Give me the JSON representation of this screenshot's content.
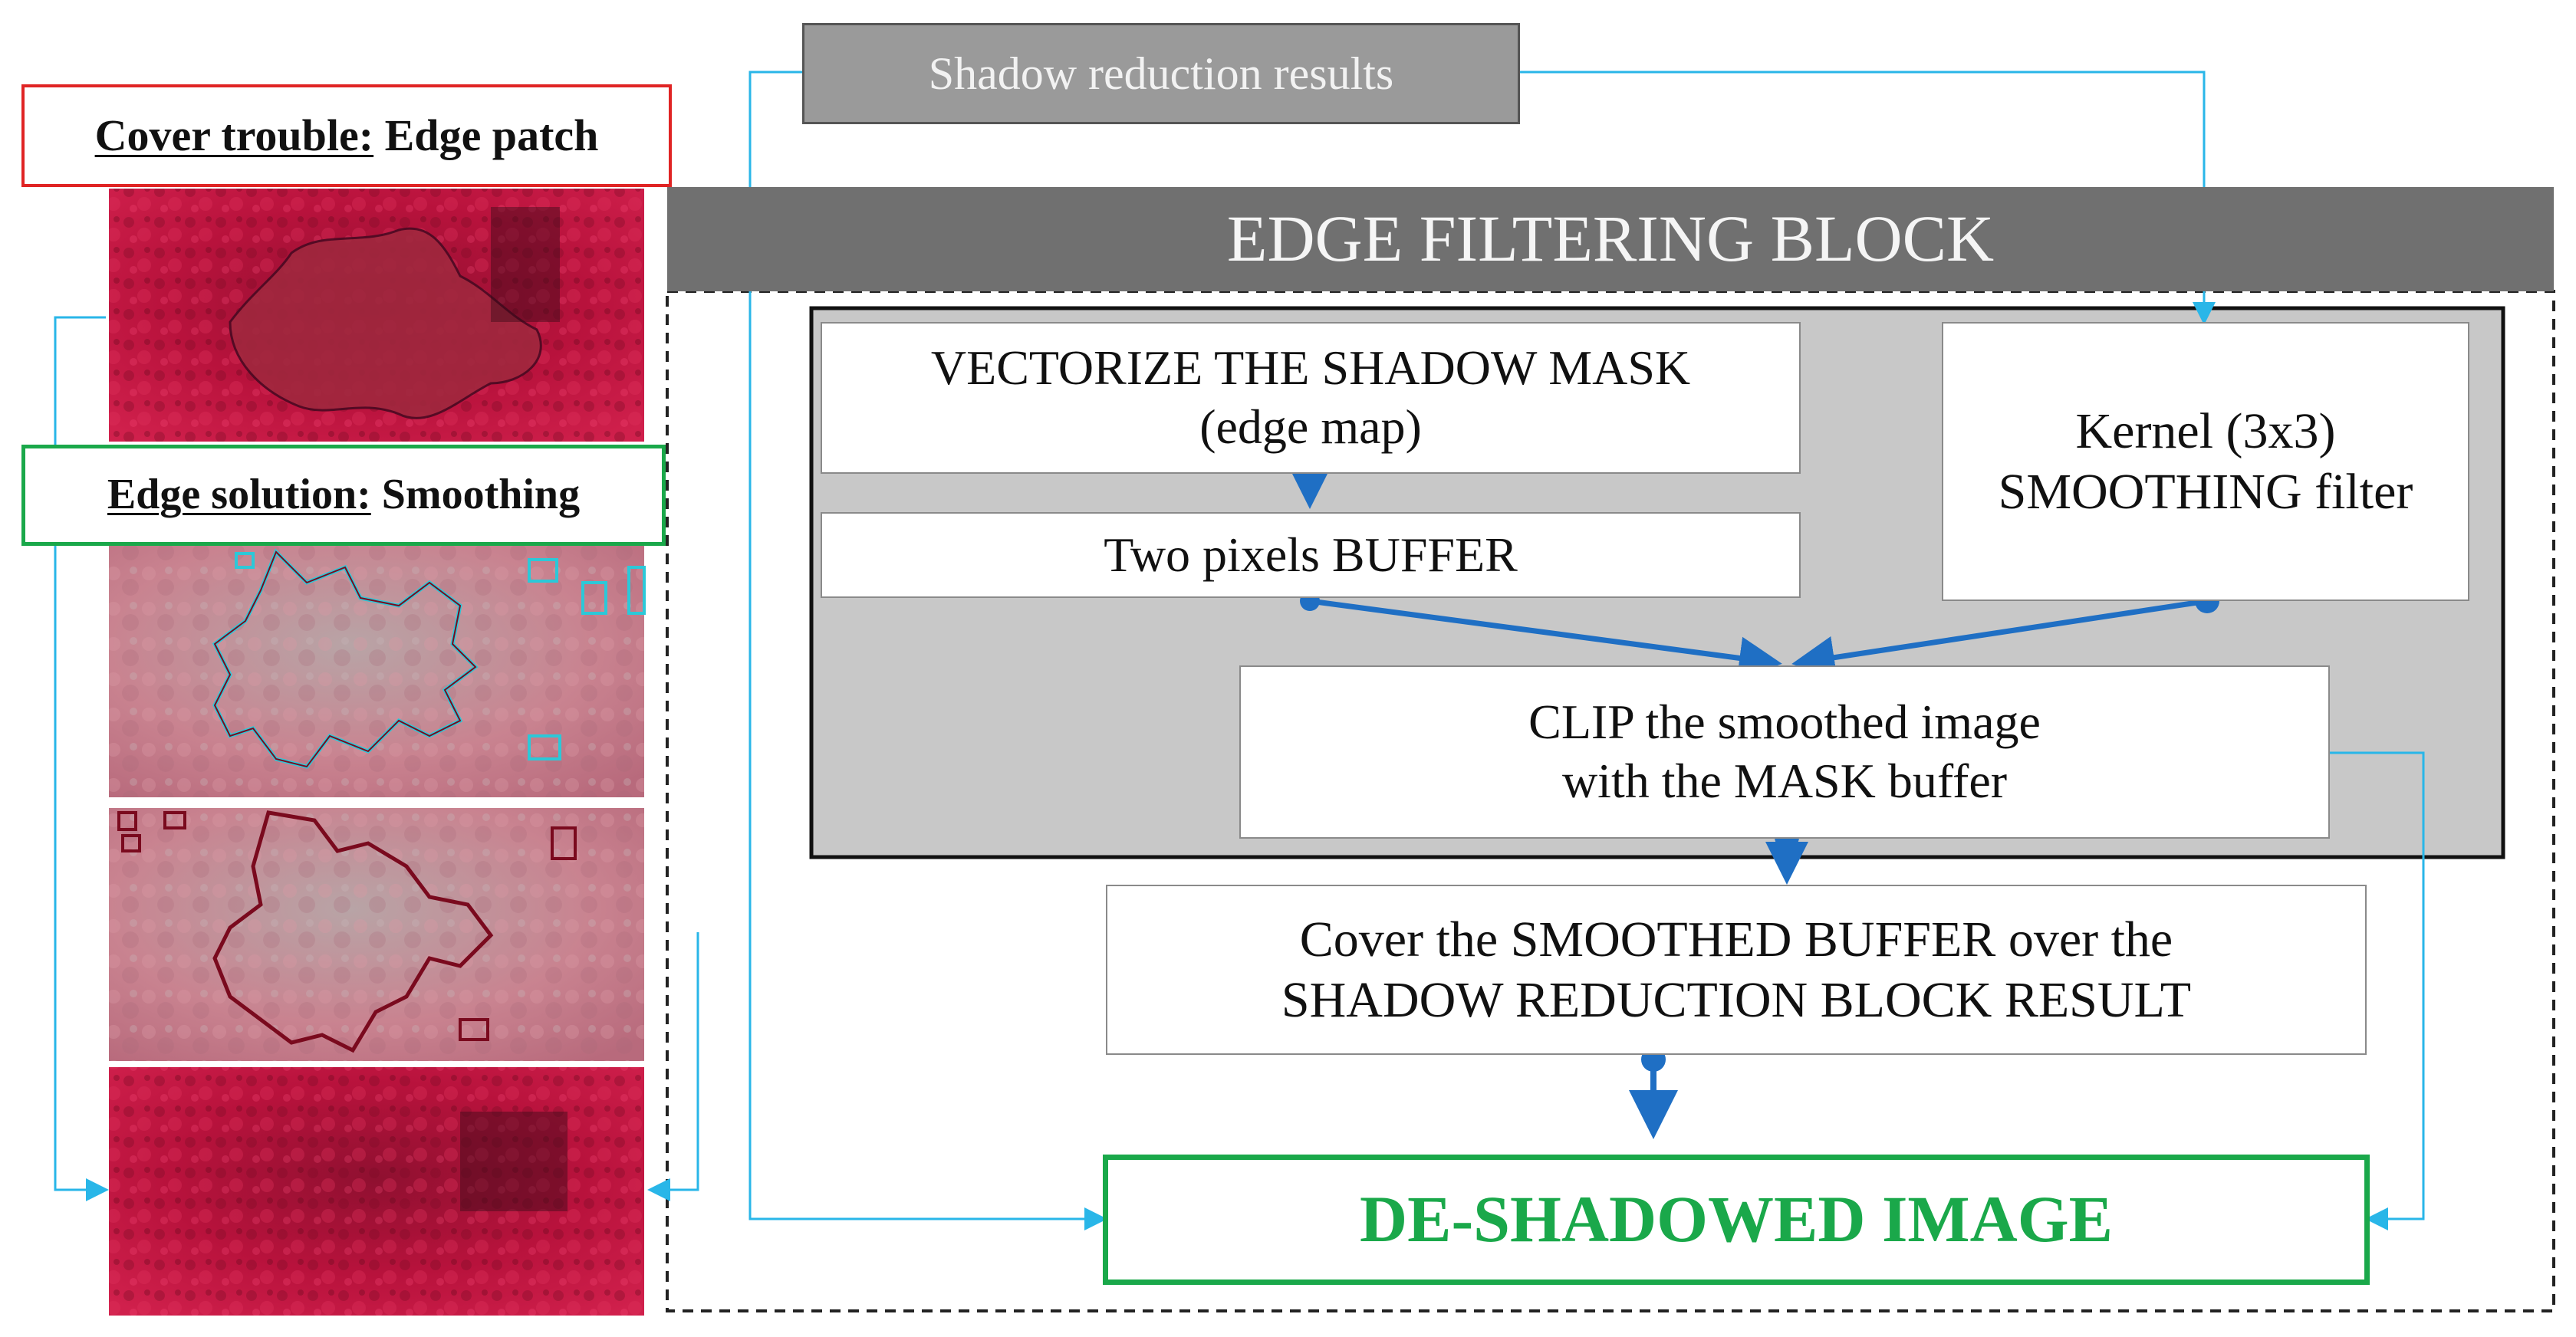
{
  "shadow_results": {
    "label": "Shadow reduction results"
  },
  "cover_trouble": {
    "prefix": "Cover trouble:",
    "text": "Edge patch"
  },
  "edge_solution": {
    "prefix": "Edge solution:",
    "text": "Smoothing"
  },
  "edge_filtering_block": {
    "title": "EDGE FILTERING BLOCK"
  },
  "steps": {
    "vectorize_line1": "VECTORIZE THE SHADOW MASK",
    "vectorize_line2": "(edge map)",
    "buffer": "Two pixels BUFFER",
    "kernel_line1": "Kernel (3x3)",
    "kernel_line2": "SMOOTHING filter",
    "clip_line1": "CLIP the smoothed image",
    "clip_line2": "with the MASK buffer",
    "cover_line1": "Cover the SMOOTHED BUFFER over the",
    "cover_line2": "SHADOW REDUCTION BLOCK RESULT",
    "output": "DE-SHADOWED IMAGE"
  },
  "colors": {
    "connector_cyan": "#29b6e8",
    "arrow_blue": "#1f6fc4",
    "output_green": "#1aa84a",
    "trouble_red": "#e02424",
    "header_gray": "#707070",
    "block_gray": "#c8c8c8",
    "image_crimson": "#b8123c",
    "image_pink": "#c98390",
    "edge_outline_cyan": "#2cc8d8",
    "edge_outline_dark": "#7a0a1e"
  }
}
